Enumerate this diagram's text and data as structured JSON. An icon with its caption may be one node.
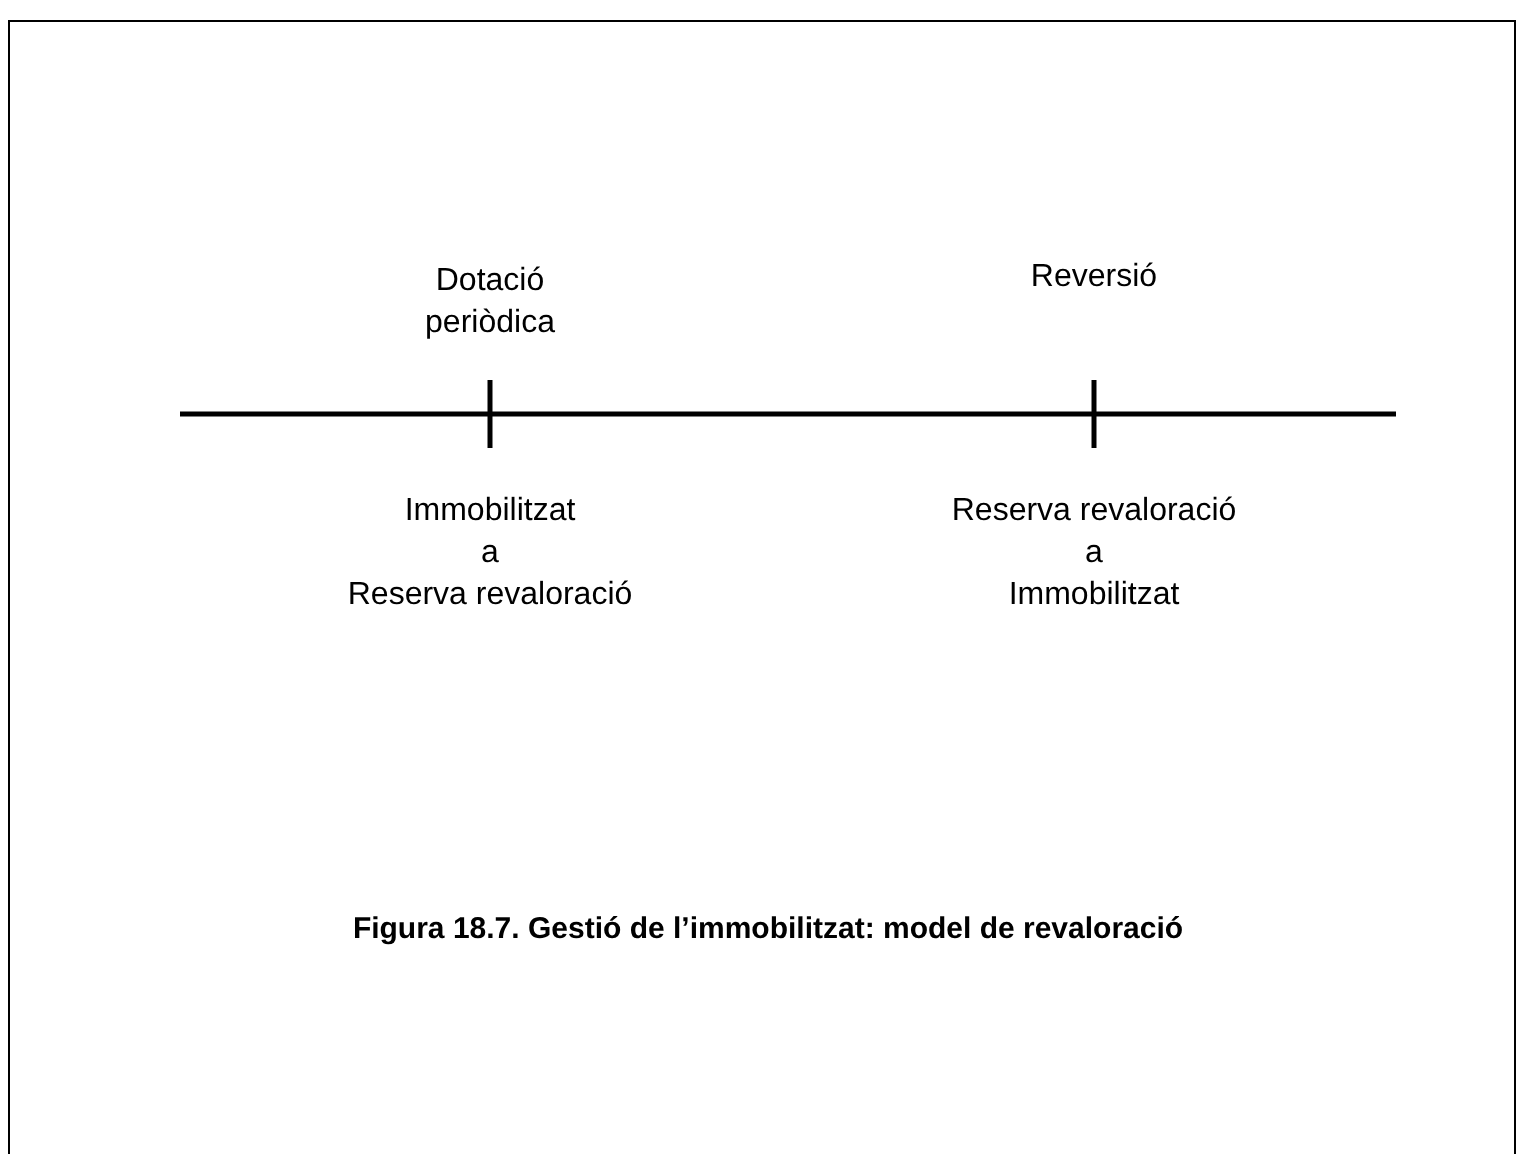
{
  "diagram": {
    "caption": "Figura 18.7. Gestió de l’immobilitzat: model de revaloració",
    "labels": [
      "Dotació periòdica",
      "Reversió",
      "Immobilitzat a Reserva revaloració",
      "Reserva revaloració a Immobilitzat"
    ]
  }
}
